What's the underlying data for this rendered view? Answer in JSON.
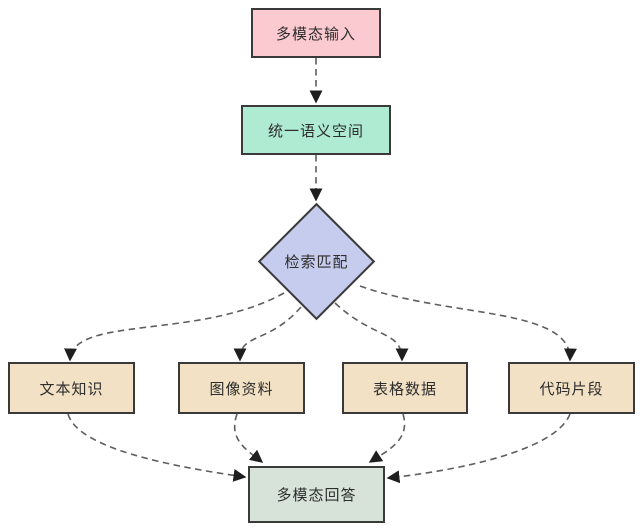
{
  "diagram": {
    "type": "flowchart",
    "nodes": {
      "input": {
        "label": "多模态输入",
        "shape": "rect",
        "fill": "#fbcad0"
      },
      "semantic_space": {
        "label": "统一语义空间",
        "shape": "rect",
        "fill": "#aeebd2"
      },
      "retrieval": {
        "label": "检索匹配",
        "shape": "diamond",
        "fill": "#c6cced"
      },
      "text_knowledge": {
        "label": "文本知识",
        "shape": "rect",
        "fill": "#f2e1c4"
      },
      "image_material": {
        "label": "图像资料",
        "shape": "rect",
        "fill": "#f2e1c4"
      },
      "table_data": {
        "label": "表格数据",
        "shape": "rect",
        "fill": "#f2e1c4"
      },
      "code_snippet": {
        "label": "代码片段",
        "shape": "rect",
        "fill": "#f2e1c4"
      },
      "answer": {
        "label": "多模态回答",
        "shape": "rect",
        "fill": "#d7e3d9"
      }
    },
    "edges": [
      {
        "from": "input",
        "to": "semantic_space",
        "style": "dashed-arrow"
      },
      {
        "from": "semantic_space",
        "to": "retrieval",
        "style": "dashed-arrow"
      },
      {
        "from": "retrieval",
        "to": "text_knowledge",
        "style": "dashed-arrow"
      },
      {
        "from": "retrieval",
        "to": "image_material",
        "style": "dashed-arrow"
      },
      {
        "from": "retrieval",
        "to": "table_data",
        "style": "dashed-arrow"
      },
      {
        "from": "retrieval",
        "to": "code_snippet",
        "style": "dashed-arrow"
      },
      {
        "from": "text_knowledge",
        "to": "answer",
        "style": "dashed-arrow"
      },
      {
        "from": "image_material",
        "to": "answer",
        "style": "dashed-arrow"
      },
      {
        "from": "table_data",
        "to": "answer",
        "style": "dashed-arrow"
      },
      {
        "from": "code_snippet",
        "to": "answer",
        "style": "dashed-arrow"
      }
    ],
    "style": {
      "background": "#ffffff",
      "node_border_color": "#3a3a3a",
      "edge_color": "#5e5e5e",
      "arrowhead_color": "#1f1f1f",
      "text_color": "#2d2d2d"
    }
  }
}
